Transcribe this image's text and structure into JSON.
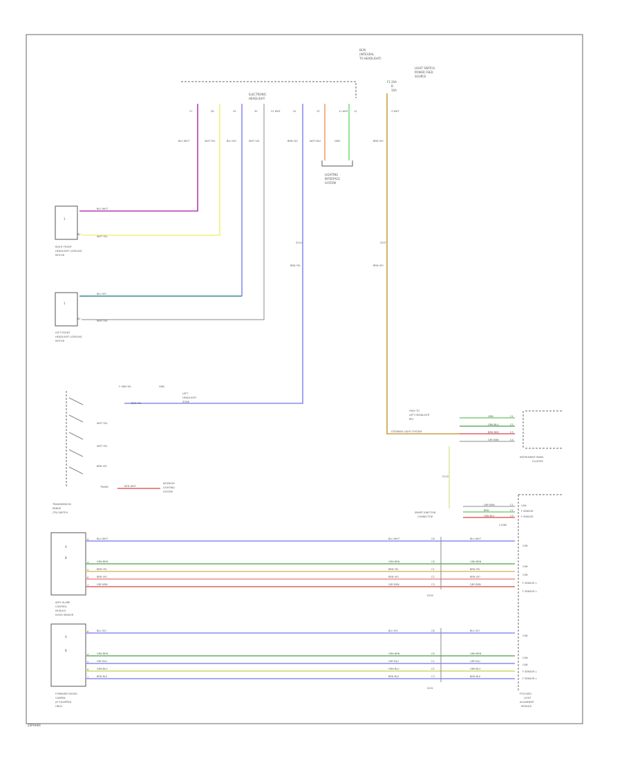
{
  "diagram": {
    "footer_id": "Z4PHH04",
    "module_title": [
      "BCM",
      "(INTEGRAL",
      "TO HEADLIGHT)"
    ],
    "fuse_label": [
      "LIGHT SWITCH",
      "POWER FEED",
      "SOURCE"
    ],
    "fuse_pins": [
      "F1 20A",
      "B",
      "10A"
    ],
    "connector_header": [
      "ELECTRONIC",
      "HEADLIGHT"
    ],
    "pin_labels": [
      "27",
      "28",
      "29",
      "30",
      "31 WHT",
      "32",
      "33",
      "11 WHT",
      "12",
      "3 WHT"
    ],
    "wire_labels_top": [
      "BLU WHT",
      "WHT YEL",
      "BLU VIO",
      "WHT VIO",
      "BRN VIO",
      "WHT BLU",
      "GRN",
      "BRN VIO"
    ],
    "lamp_label": [
      "LIGHTING",
      "INTERFACE",
      "SYSTEM"
    ],
    "right_lamp": {
      "title": [
        "RIGHT FRONT",
        "HEADLIGHT LEVELING",
        "MOTOR"
      ],
      "pin1": "1",
      "wire1": "BLU WHT",
      "pin2": "B2",
      "wire2": "WHT YEL"
    },
    "left_lamp": {
      "title": [
        "LEFT FRONT",
        "HEADLIGHT LEVELING",
        "MOTOR"
      ],
      "pin1": "1",
      "wire1": "BLU VIO",
      "pin2": "B2",
      "wire2": "WHT VIO"
    },
    "splices": [
      "S210",
      "S207"
    ],
    "splice_wires": [
      "BRN YEL",
      "BRN VIO"
    ],
    "switch": {
      "title": [
        "TRANSMISSION",
        "RANGE",
        "(TR) SWITCH"
      ],
      "wire_top_label": "F GRN YEL",
      "note": "GRN",
      "wire_main": "BRN YEL",
      "dest": [
        "LEFT",
        "HEADLIGHT",
        "ZONE"
      ],
      "contacts": [
        "WHT YEL",
        "WHT YEL",
        "BRN VIO"
      ],
      "bottom": "TRANS",
      "bottom_wire": "RED WHT",
      "bottom_dest": [
        "INTERIOR",
        "LIGHTING",
        "SYSTEM"
      ]
    },
    "instrument": {
      "splice_label": [
        "HIGH TO",
        "LEFT HEADLIGHT",
        "REL"
      ],
      "wires": [
        "GRN",
        "GRN BLU",
        "BRN RED",
        "GRY BRN"
      ],
      "pins": [
        "C1",
        "C2",
        "C3",
        "C4"
      ],
      "block_wire": "STEERING LIGHT SYSTEM",
      "title": [
        "INSTRUMENT PANEL",
        "CLUSTER"
      ]
    },
    "lower_splice": "S110",
    "smart_module": {
      "label": [
        "SMART JUNCTION",
        "CONNECTOR"
      ],
      "wires": [
        "GRY BRN",
        "BRN",
        "GRN BLU"
      ],
      "pin_top": [
        "C1",
        "C2",
        "C3"
      ],
      "pin_lbl": [
        "CAN",
        "F SENSOR",
        "F SENSOR"
      ],
      "splice": "C2280"
    },
    "rear_sensor": {
      "title": [
        "ANTI-GLARE",
        "CONTROL",
        "MODULE",
        "DOOR SENSOR"
      ],
      "pin_labels": [
        "A",
        "B"
      ],
      "wires": [
        "BLU WHT",
        "GRN BRN",
        "BRN YEL",
        "BRN VIO",
        "GRY BRN"
      ],
      "mid_wires": [
        "BLU WHT",
        "GRN BRN",
        "BRN YEL",
        "BRN VIO",
        "GRY BRN"
      ],
      "end_wires": [
        "BLU WHT",
        "GRN BRN",
        "BRN YEL",
        "BRN VIO",
        "GRY BRN"
      ],
      "pins": [
        "8",
        "4",
        "5",
        "6",
        "7"
      ],
      "right_pins": [
        "C8",
        "C6",
        "C1",
        "C2",
        "C3"
      ]
    },
    "front_sensor": {
      "title": [
        "FORWARD FACING",
        "CAMERA",
        "(IF EQUIPPED",
        "ONLY)"
      ],
      "pin_labels": [
        "A",
        "B"
      ],
      "wires": [
        "BLU VIO",
        "GRN BRN",
        "GRY BLU",
        "GRN BLU",
        "BRN BLU"
      ],
      "pins": [
        "8",
        "4",
        "5",
        "6",
        "7"
      ],
      "right_pins": [
        "C8",
        "C6",
        "C1",
        "C2",
        "C3"
      ]
    },
    "right_block": {
      "labels": [
        "CAN",
        "CAN",
        "CAN",
        "F SENSOR L",
        "F SENSOR L",
        "CAN",
        "CAN",
        "CAN",
        "F SENSOR L",
        "F SENSOR L"
      ],
      "title": [
        "FOCUSED",
        "LIGHT",
        "ALIGNMENT",
        "MODULE"
      ]
    },
    "splice_bottom": [
      "S200",
      "S201"
    ]
  }
}
